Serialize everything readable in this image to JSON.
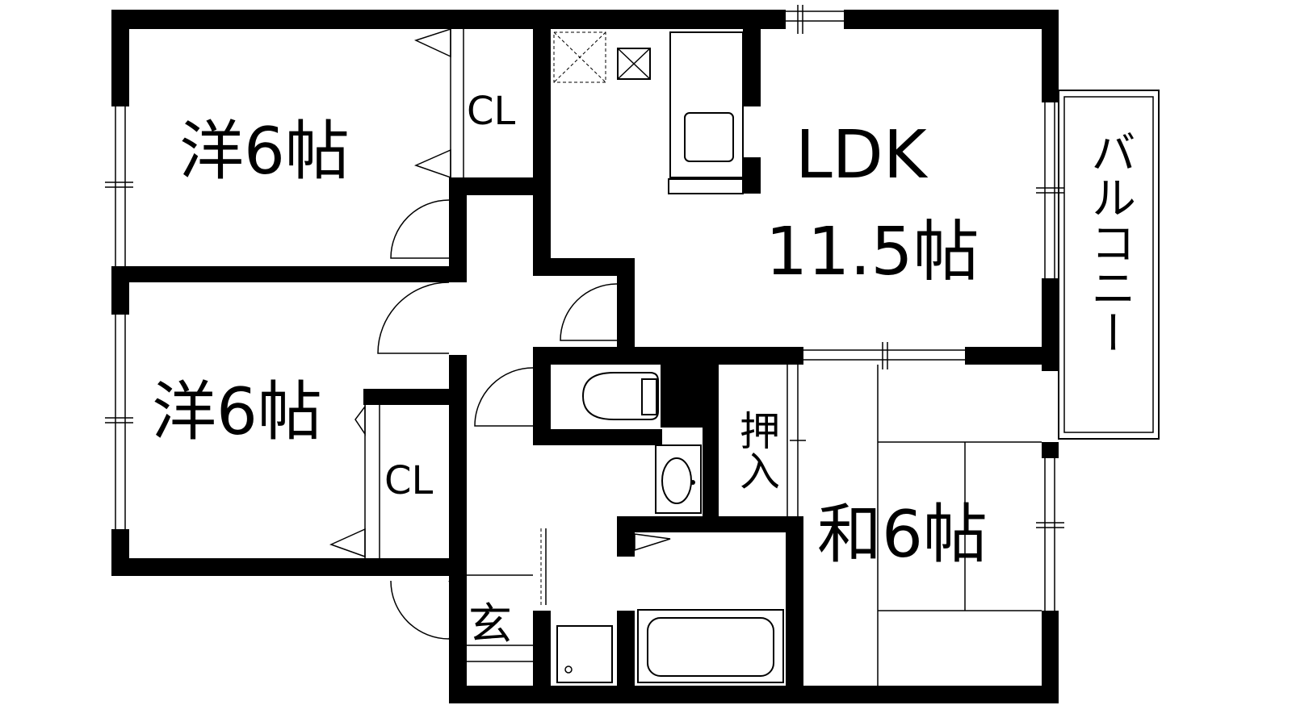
{
  "rooms": {
    "western_top": "洋6帖",
    "closet_top": "CL",
    "ldk_name": "LDK",
    "ldk_size": "11.5帖",
    "balcony": "バルコニー",
    "western_bottom": "洋6帖",
    "closet_bottom": "CL",
    "storage": "押入",
    "japanese": "和6帖",
    "entrance": "玄"
  },
  "colors": {
    "wall": "#000000",
    "background": "#ffffff"
  }
}
